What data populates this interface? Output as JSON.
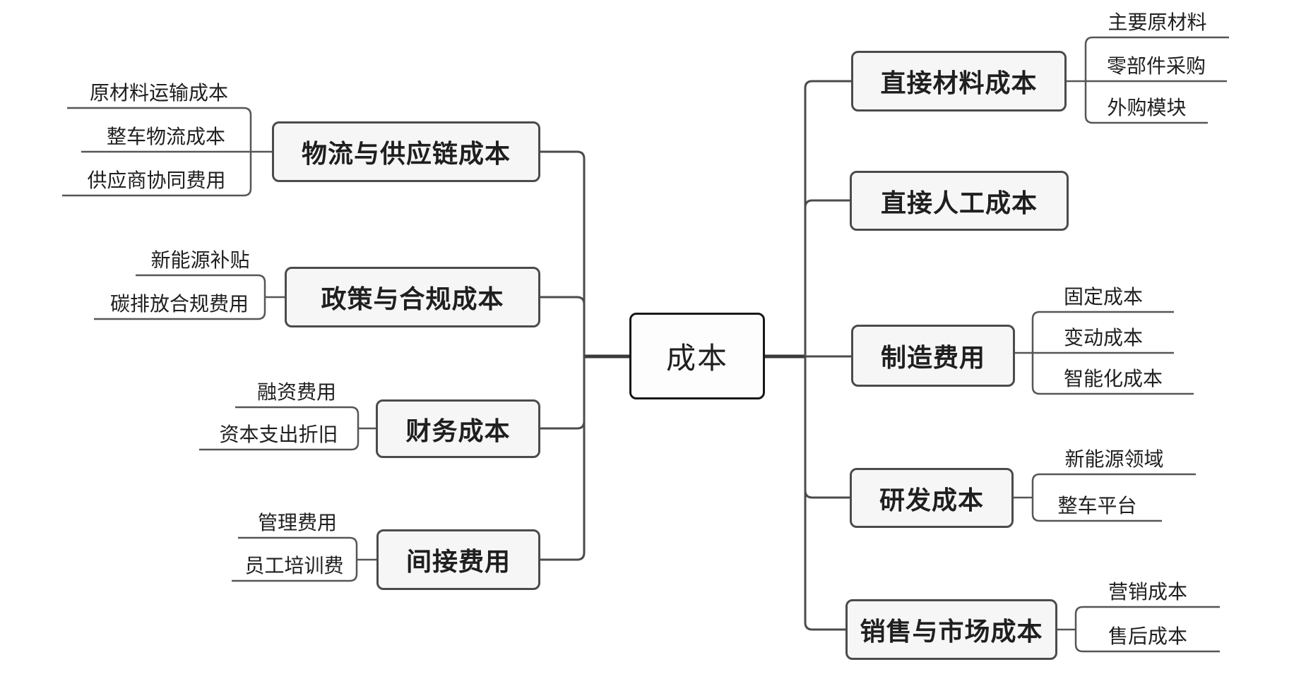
{
  "root": {
    "label": "成本"
  },
  "left_branches": [
    {
      "label": "物流与供应链成本",
      "children": [
        "原材料运输成本",
        "整车物流成本",
        "供应商协同费用"
      ]
    },
    {
      "label": "政策与合规成本",
      "children": [
        "新能源补贴",
        "碳排放合规费用"
      ]
    },
    {
      "label": "财务成本",
      "children": [
        "融资费用",
        "资本支出折旧"
      ]
    },
    {
      "label": "间接费用",
      "children": [
        "管理费用",
        "员工培训费"
      ]
    }
  ],
  "right_branches": [
    {
      "label": "直接材料成本",
      "children": [
        "主要原材料",
        "零部件采购",
        "外购模块"
      ]
    },
    {
      "label": "直接人工成本",
      "children": []
    },
    {
      "label": "制造费用",
      "children": [
        "固定成本",
        "变动成本",
        "智能化成本"
      ]
    },
    {
      "label": "研发成本",
      "children": [
        "新能源领域",
        "整车平台"
      ]
    },
    {
      "label": "销售与市场成本",
      "children": [
        "营销成本",
        "售后成本"
      ]
    }
  ],
  "colors": {
    "background": "#ffffff",
    "node_fill": "#f6f6f6",
    "node_border": "#4b4b4b",
    "root_fill": "#fdfdfd",
    "root_border": "#181818",
    "connector": "#4b4b4b",
    "leaf_line": "#565656",
    "text": "#1f1f1f"
  }
}
